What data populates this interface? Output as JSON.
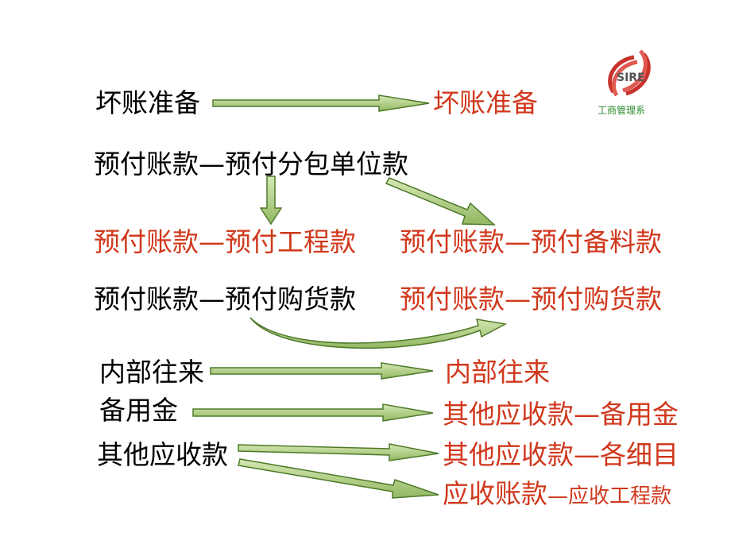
{
  "logo": {
    "caption": "工商管理系",
    "letters": "SIRE"
  },
  "colors": {
    "old": "#000000",
    "new": "#d0381c",
    "arrow_fill": "#a8c87a",
    "arrow_stroke": "#4e7a2a"
  },
  "rows": {
    "r1_old": "坏账准备",
    "r1_new": "坏账准备",
    "r2_old": "预付账款—预付分包单位款",
    "r2_new_a": "预付账款—预付工程款",
    "r2_new_b": "预付账款—预付备料款",
    "r3_old": "预付账款—预付购货款",
    "r3_new": "预付账款—预付购货款",
    "r4_old": "内部往来",
    "r4_new": "内部往来",
    "r5_old": "备用金",
    "r5_new": "其他应收款—备用金",
    "r6_old": "其他应收款",
    "r6_new_a": "其他应收款—各细目",
    "r6_new_b_main": "应收账款",
    "r6_new_b_sub": "—应收工程款"
  }
}
